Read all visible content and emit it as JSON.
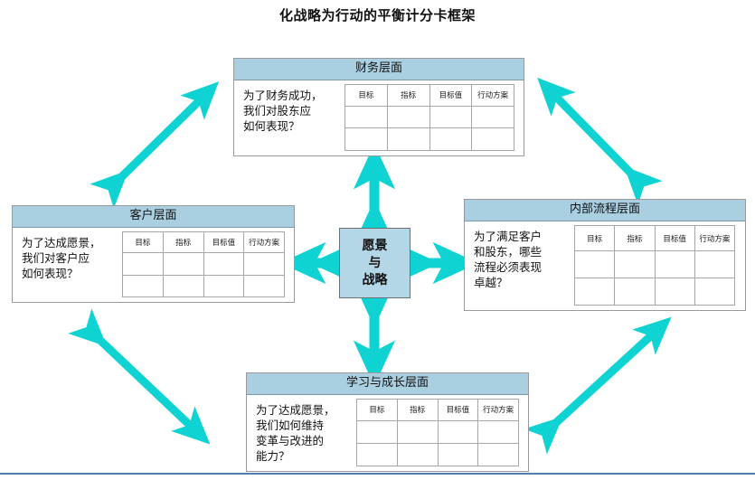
{
  "page": {
    "title": "化战略为行动的平衡计分卡框架",
    "bottom_rule_color": "#4f7fad",
    "background_color": "#ffffff"
  },
  "colors": {
    "arrow": "#0fd3d3",
    "panel_header": "#a9cfe0",
    "vision_fill": "#b4d7e7",
    "panel_border": "#9a9a9a",
    "grid_border": "#a6a6a6"
  },
  "vision": {
    "name": "愿景与战略",
    "lines": [
      "愿景",
      "与",
      "战略"
    ]
  },
  "grid_headers": [
    "目标",
    "指标",
    "目标值",
    "行动方案"
  ],
  "grid_rows": 2,
  "panels": {
    "financial": {
      "title": "财务层面",
      "question": "为了财务成功，\n我们对股东应\n如何表现？",
      "headers": [
        "目标",
        "指标",
        "目标值",
        "行动方案"
      ]
    },
    "customer": {
      "title": "客户层面",
      "question": "为了达成愿景，\n我们对客户应\n如何表现？",
      "headers": [
        "目标",
        "指标",
        "目标值",
        "行动方案"
      ]
    },
    "process": {
      "title": "内部流程层面",
      "question": "为了满足客户\n和股东，哪些\n流程必须表现\n卓越？",
      "headers": [
        "目标",
        "指标",
        "目标值",
        "行动方案"
      ]
    },
    "learning": {
      "title": "学习与成长层面",
      "question": "为了达成愿景，\n我们如何维持\n变革与改进的\n能力？",
      "headers": [
        "目标",
        "指标",
        "目标值",
        "行动方案"
      ]
    }
  },
  "connectors": [
    {
      "name": "vision-to-financial",
      "kind": "double-arrow-vertical"
    },
    {
      "name": "vision-to-learning",
      "kind": "double-arrow-vertical"
    },
    {
      "name": "vision-to-customer",
      "kind": "double-arrow-horizontal"
    },
    {
      "name": "vision-to-process",
      "kind": "double-arrow-horizontal"
    },
    {
      "name": "customer-to-financial",
      "kind": "double-arrow-diagonal"
    },
    {
      "name": "financial-to-process",
      "kind": "double-arrow-diagonal"
    },
    {
      "name": "customer-to-learning",
      "kind": "double-arrow-diagonal"
    },
    {
      "name": "learning-to-process",
      "kind": "double-arrow-diagonal"
    }
  ]
}
